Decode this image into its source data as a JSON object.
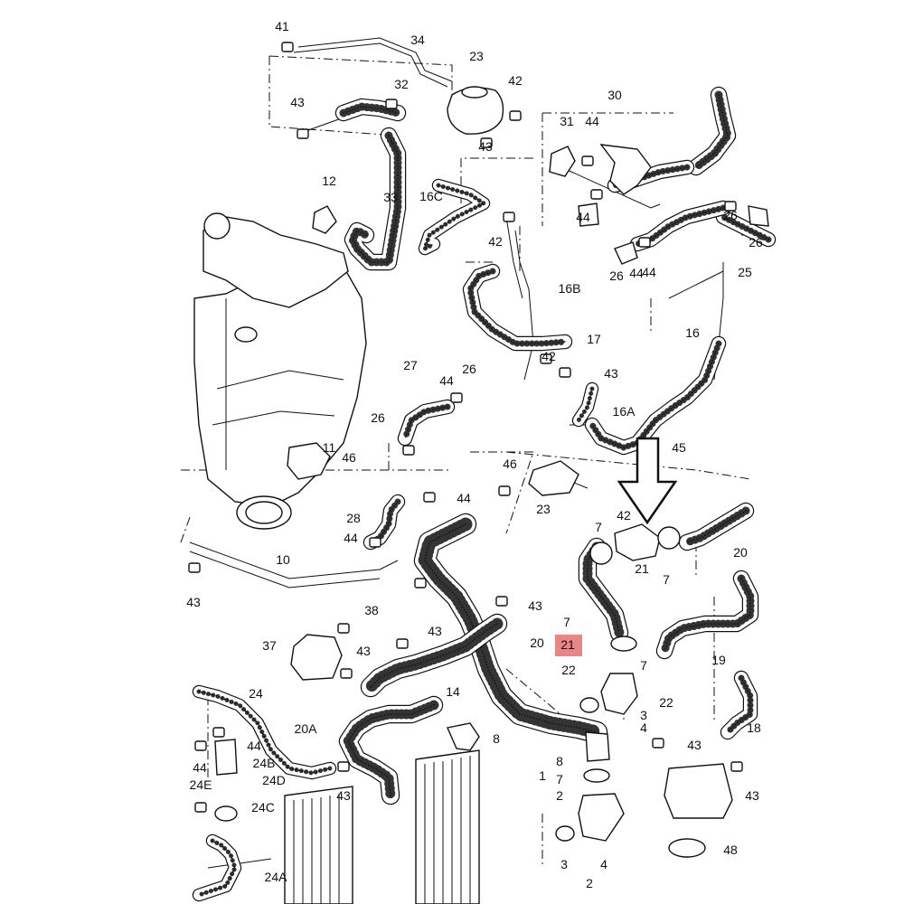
{
  "diagram": {
    "highlight_color": "#e98585",
    "highlighted_label": "21",
    "labels": [
      "41",
      "34",
      "23",
      "42",
      "43",
      "32",
      "43",
      "30",
      "31",
      "44",
      "44",
      "26",
      "26",
      "44",
      "44",
      "26",
      "25",
      "12",
      "33",
      "16C",
      "42",
      "16B",
      "17",
      "16",
      "16A",
      "27",
      "26",
      "44",
      "42",
      "43",
      "45",
      "26",
      "11",
      "46",
      "46",
      "23",
      "28",
      "44",
      "44",
      "42",
      "7",
      "7",
      "21",
      "20",
      "10",
      "43",
      "38",
      "37",
      "43",
      "43",
      "43",
      "7",
      "20",
      "21",
      "22",
      "7",
      "3",
      "22",
      "4",
      "19",
      "18",
      "43",
      "43",
      "14",
      "24",
      "20A",
      "8",
      "44",
      "24B",
      "44",
      "24D",
      "24E",
      "24C",
      "43",
      "8",
      "7",
      "1",
      "2",
      "24A",
      "3",
      "4",
      "2",
      "48"
    ]
  }
}
